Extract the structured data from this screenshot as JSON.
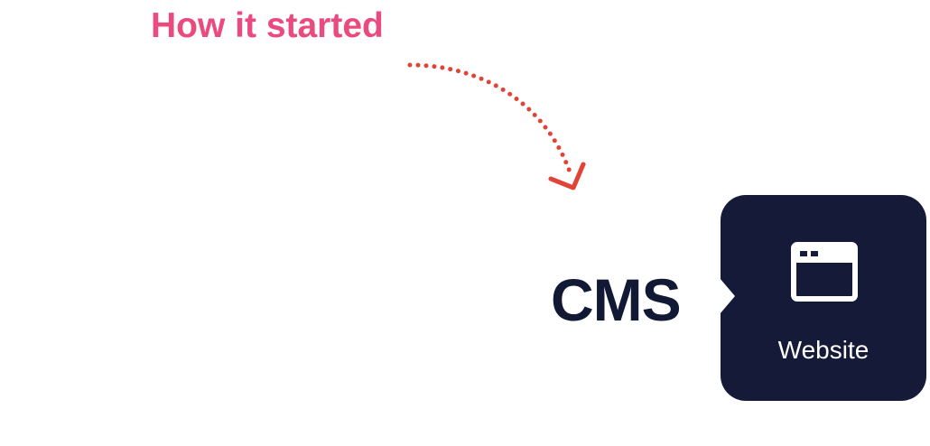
{
  "headline": "How it started",
  "cms": {
    "label": "CMS"
  },
  "website_card": {
    "label": "Website",
    "icon": "browser-window-icon"
  },
  "colors": {
    "headline": "#ea4a7d",
    "arrow": "#e14436",
    "text_dark": "#111935",
    "card_bg": "#141a37",
    "card_fg": "#ffffff"
  }
}
